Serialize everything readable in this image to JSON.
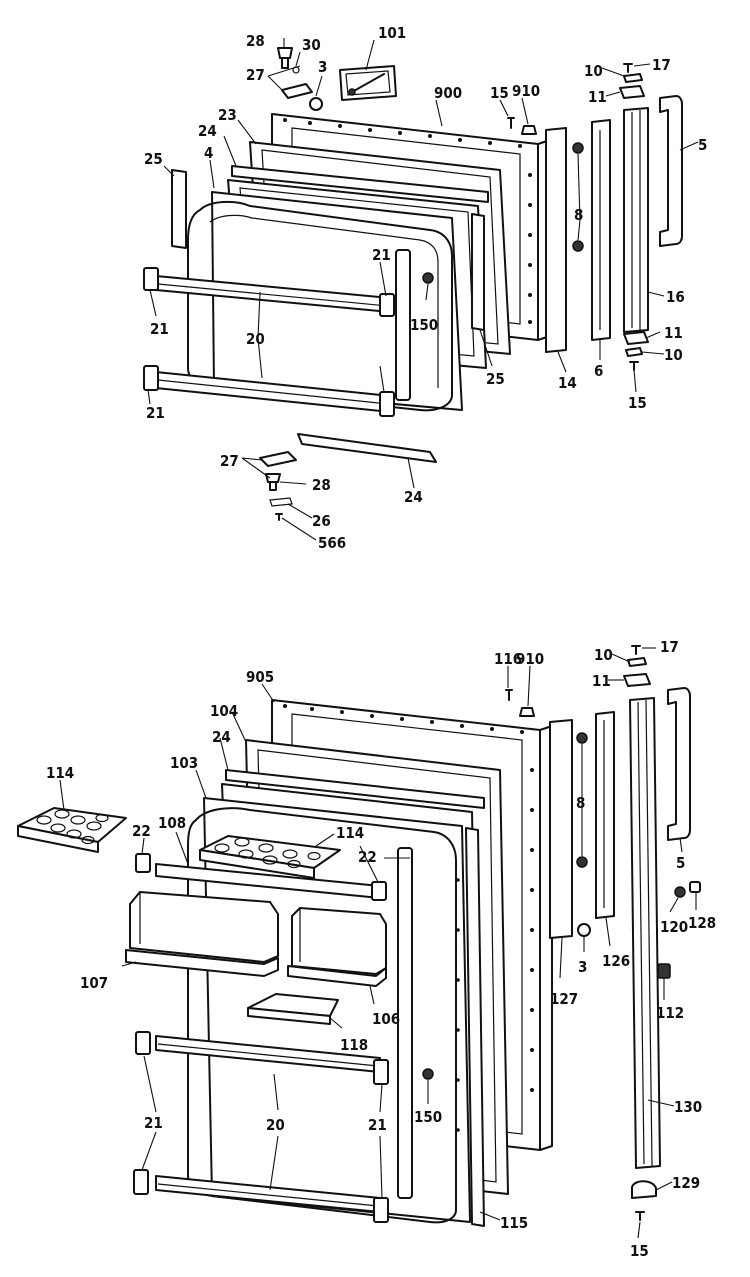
{
  "diagram": {
    "upper_labels": [
      "28",
      "30",
      "27",
      "3",
      "101",
      "23",
      "24",
      "4",
      "25",
      "900",
      "15",
      "910",
      "10",
      "17",
      "11",
      "5",
      "8",
      "21",
      "150",
      "25",
      "14",
      "6",
      "16",
      "20",
      "11",
      "10",
      "21",
      "15",
      "21",
      "27",
      "28",
      "24",
      "26",
      "566"
    ],
    "lower_labels": [
      "116",
      "910",
      "10",
      "17",
      "11",
      "905",
      "104",
      "24",
      "103",
      "114",
      "22",
      "108",
      "114",
      "22",
      "8",
      "5",
      "120",
      "128",
      "107",
      "106",
      "3",
      "127",
      "126",
      "112",
      "118",
      "150",
      "21",
      "20",
      "21",
      "130",
      "129",
      "115",
      "15"
    ]
  }
}
